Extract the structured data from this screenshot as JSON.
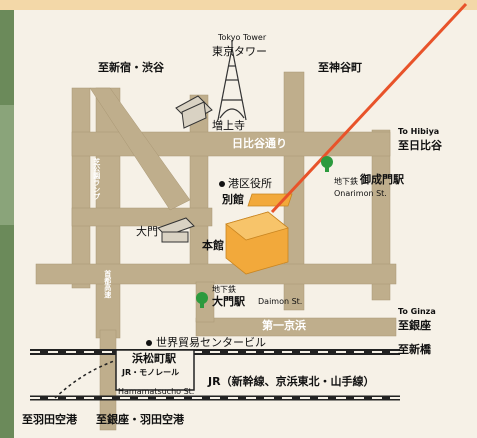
{
  "colors": {
    "background": "#f6f1e7",
    "road": "#bfae8c",
    "road_edge": "#a89673",
    "building": "#f2a93b",
    "building_light": "#f7c46a",
    "railway": "#222222",
    "pointer_line": "#e8532a",
    "tree": "#2c9a3e",
    "water": "#4c7fb0"
  },
  "labels": {
    "tokyo_tower_en": "Tokyo Tower",
    "tokyo_tower_jp": "東京タワー",
    "to_shinjuku_shibuya": "至新宿・渋谷",
    "to_kamiyacho": "至神谷町",
    "zojoji": "増上寺",
    "hibiya_dori": "日比谷通り",
    "to_hibiya_en": "To Hibiya",
    "to_hibiya_jp": "至日比谷",
    "shuto_ramp": "芝公園ランプ",
    "minato_ward_office": "港区役所",
    "subway_onarimon": "地下鉄",
    "onarimon_station": "御成門駅",
    "onarimon_st_en": "Onarimon St.",
    "annex": "別館",
    "daimon": "大門",
    "main_building": "本館",
    "highway": "首都高速",
    "subway_daimon": "地下鉄",
    "daimon_station": "大門駅",
    "daimon_st_en": "Daimon St.",
    "to_ginza_en": "To Ginza",
    "to_ginza_jp": "至銀座",
    "dai_ichi_keihin": "第一京浜",
    "world_trade_center": "世界貿易センタービル",
    "to_shimbashi": "至新橋",
    "hamamatsucho_station": "浜松町駅",
    "jr_monorail": "JR・モノレール",
    "hamamatsucho_st_en": "Hamamatsucho St.",
    "jr_lines": "JR（新幹線、京浜東北・山手線）",
    "to_haneda": "至羽田空港",
    "to_ginza_haneda": "至銀座・羽田空港"
  },
  "icons": {
    "tree": "tree-icon",
    "building_marker": "location-dot-icon",
    "temple": "temple-icon",
    "tower": "tokyo-tower-icon",
    "gate": "gate-icon"
  }
}
